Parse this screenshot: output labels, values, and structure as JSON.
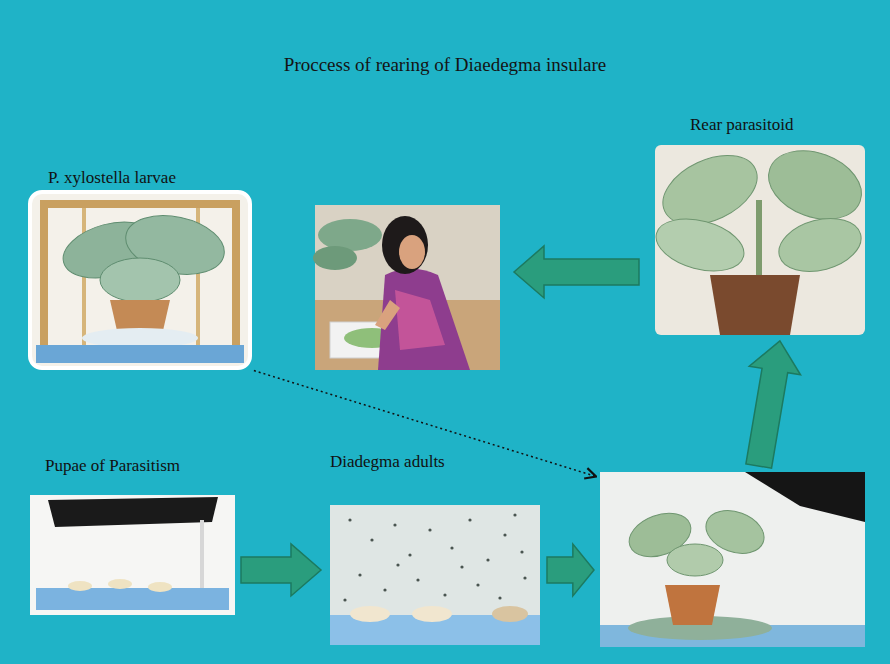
{
  "diagram": {
    "title": "Proccess of rearing of Diaedegma insulare",
    "nodes": [
      {
        "text": [
          "P. xylostella larvae"
        ]
      },
      {
        "text": []
      },
      {
        "text": [
          "Rear parasitoid"
        ]
      },
      {
        "text": [
          "Pupae of Parasitism"
        ]
      },
      {
        "text": [
          "Diadegma adults"
        ]
      },
      {
        "text": []
      }
    ],
    "edges": [
      {
        "from": 3,
        "to": 4,
        "arrow": "to"
      },
      {
        "from": 4,
        "to": 5,
        "arrow": "to"
      },
      {
        "from": 5,
        "to": 2,
        "arrow": "to"
      },
      {
        "from": 2,
        "to": 1,
        "arrow": "to"
      },
      {
        "from": 0,
        "to": 5,
        "arrow": "to"
      }
    ]
  }
}
